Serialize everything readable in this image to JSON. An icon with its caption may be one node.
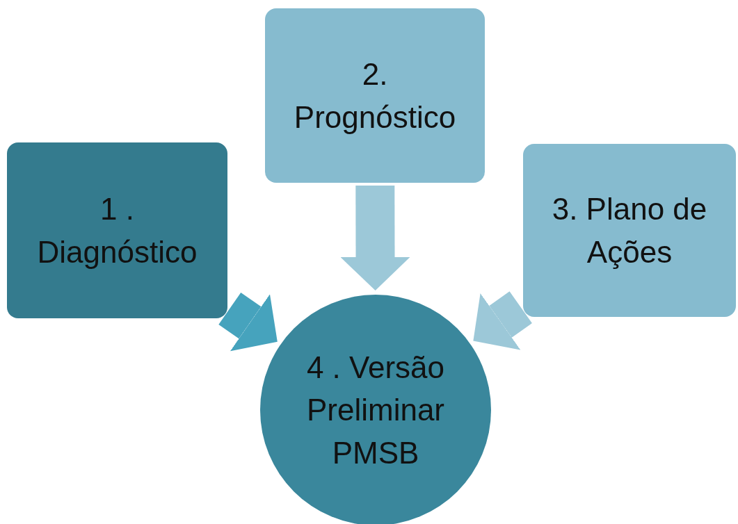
{
  "diagram": {
    "nodes": [
      {
        "text": [
          "1 . Diagnóstico"
        ]
      },
      {
        "text": [
          "2. Prognóstico"
        ]
      },
      {
        "text": [
          "3. Plano de Ações"
        ]
      },
      {
        "text": [
          "4 . Versão Preliminar PMSB"
        ]
      }
    ],
    "edges": [
      {
        "from": 0,
        "to": 3,
        "arrow": "to",
        "color": "#46a3bd"
      },
      {
        "from": 1,
        "to": 3,
        "arrow": "to"
      },
      {
        "from": 2,
        "to": 3,
        "arrow": "to"
      }
    ]
  }
}
